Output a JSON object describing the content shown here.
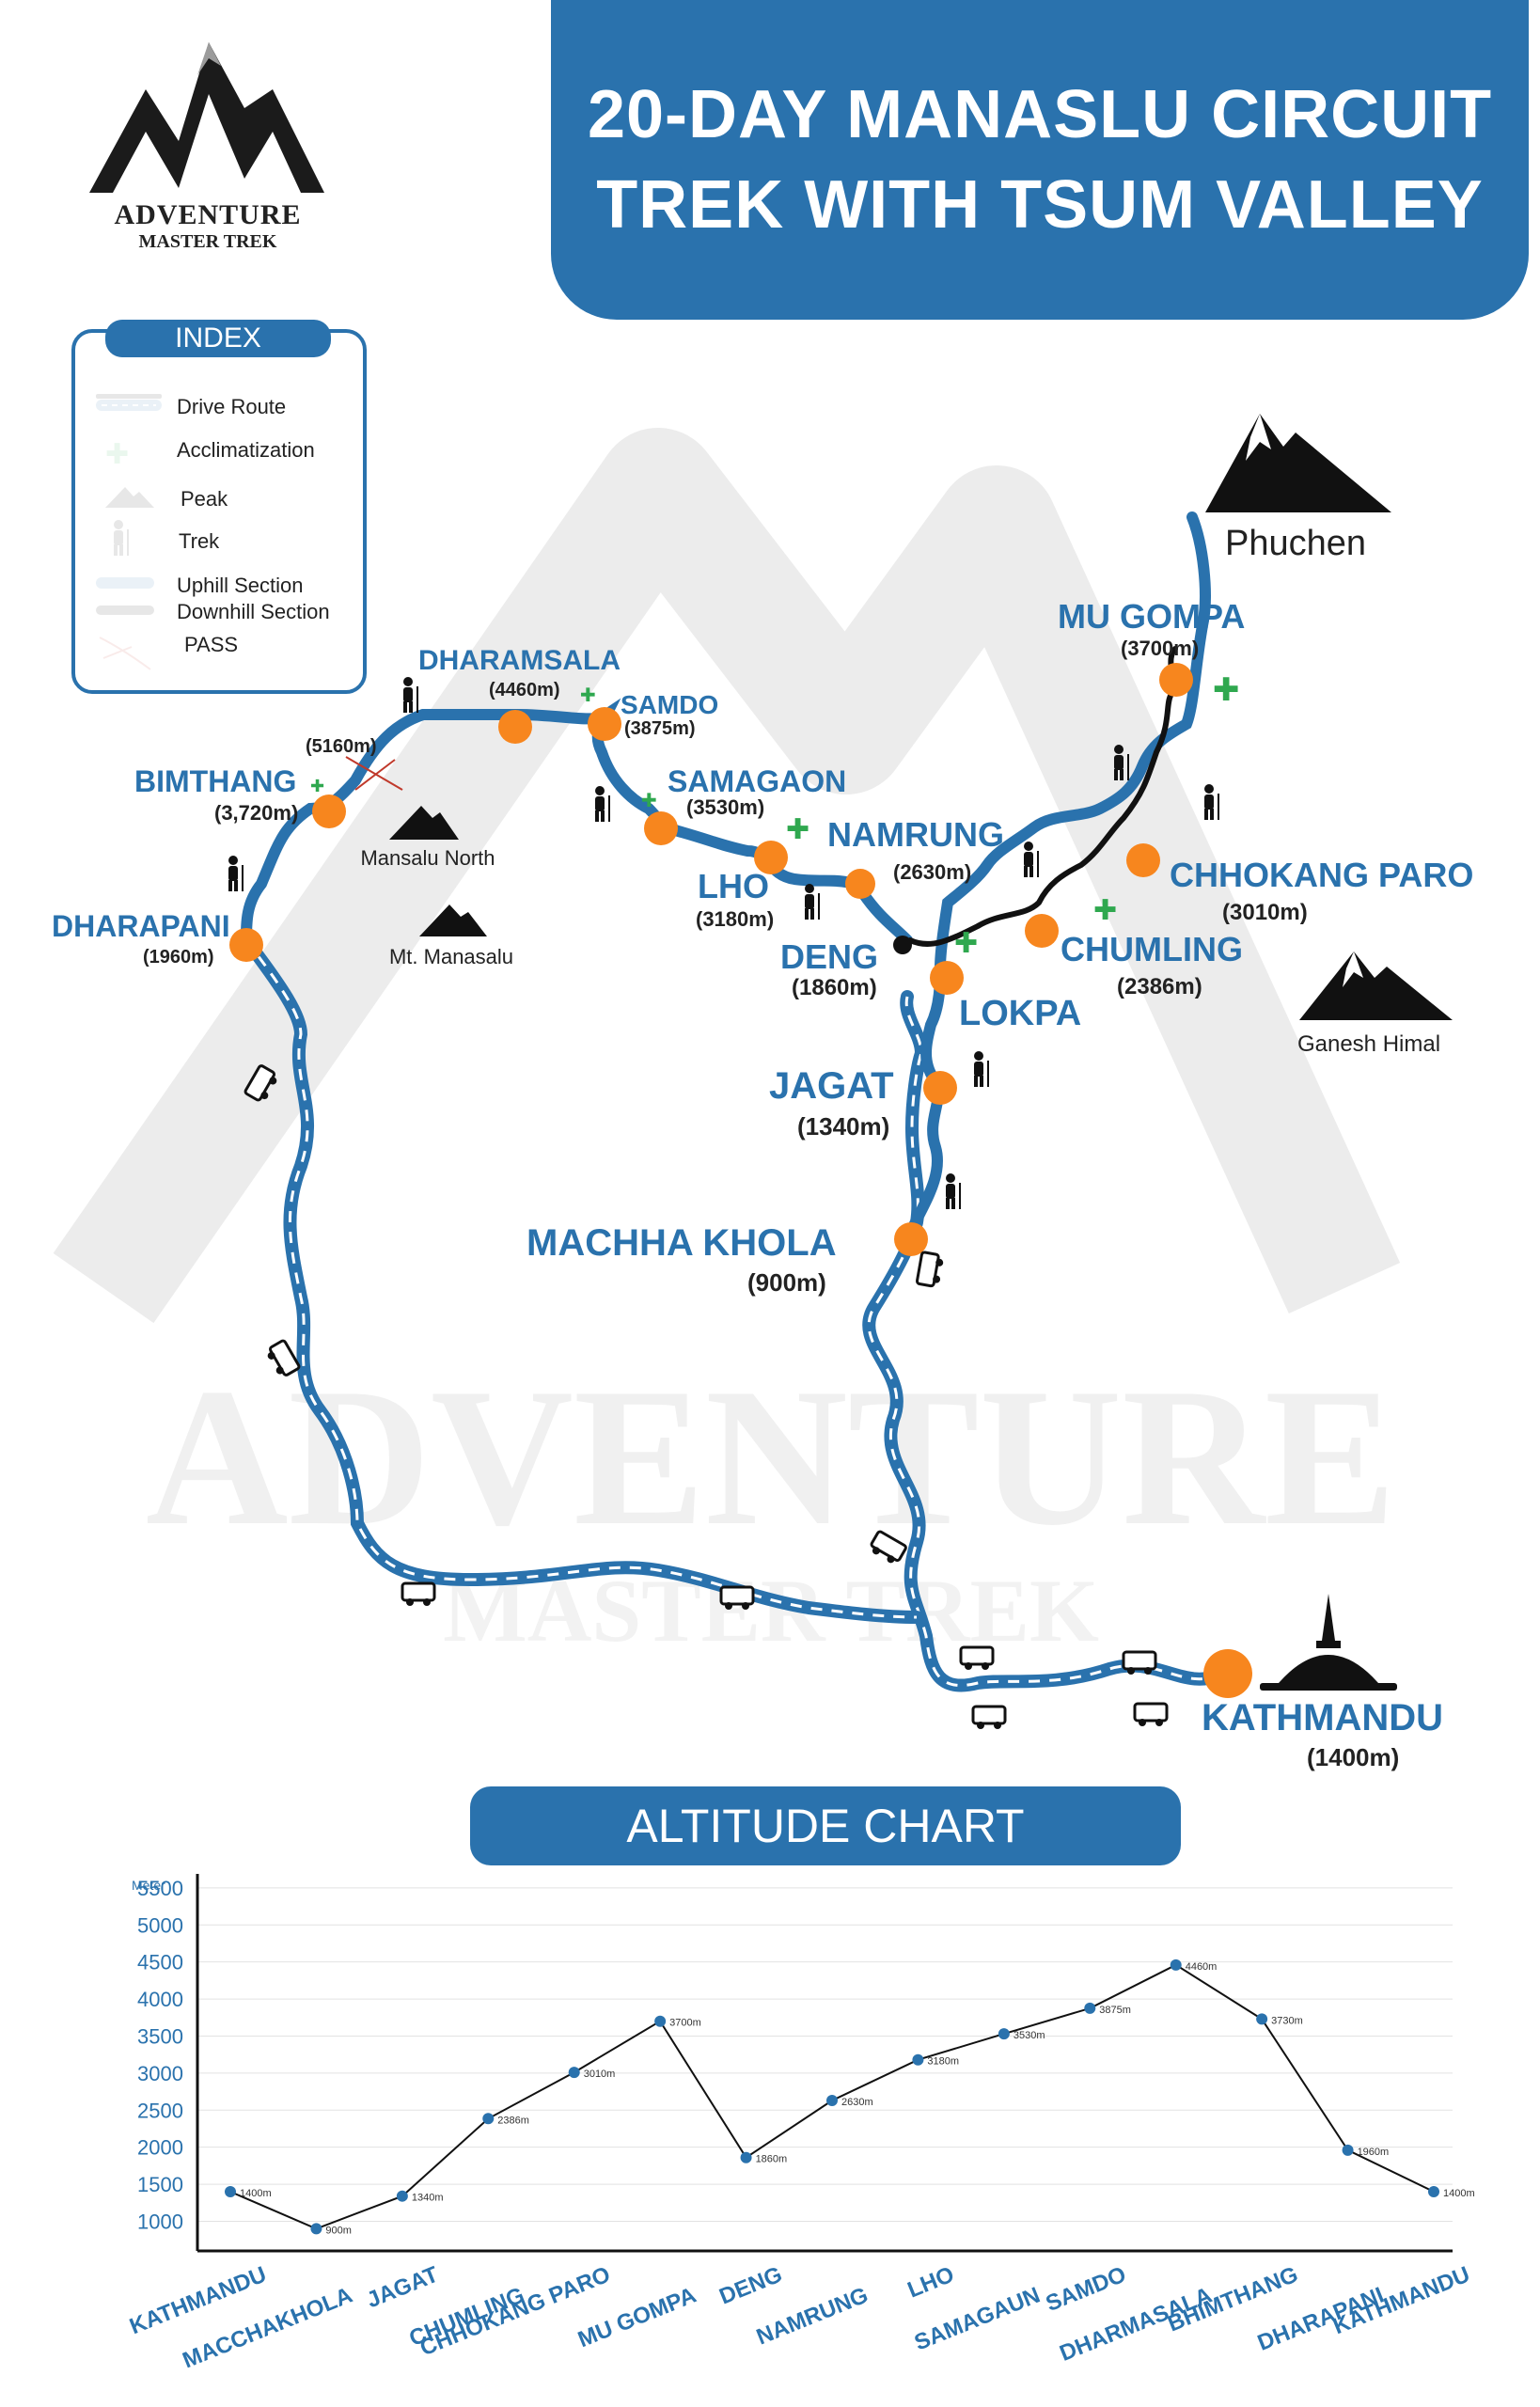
{
  "title": {
    "line1": "20-DAY MANASLU CIRCUIT",
    "line2": "TREK WITH TSUM VALLEY"
  },
  "logo": {
    "name": "ADVENTURE",
    "sub": "MASTER TREK"
  },
  "watermark": {
    "line1": "ADVENTURE",
    "line2": "MASTER TREK"
  },
  "legend": {
    "title": "INDEX",
    "items": [
      {
        "key": "drive",
        "label": "Drive Route",
        "icon": "drive-route-icon"
      },
      {
        "key": "accl",
        "label": "Acclimatization",
        "icon": "acclimatization-icon"
      },
      {
        "key": "peak",
        "label": "Peak",
        "icon": "peak-icon"
      },
      {
        "key": "trek",
        "label": "Trek",
        "icon": "trekker-icon"
      },
      {
        "key": "uphill",
        "label": "Uphill Section",
        "icon": "uphill-line-icon"
      },
      {
        "key": "downhill",
        "label": "Downhill  Section",
        "icon": "downhill-line-icon"
      },
      {
        "key": "pass",
        "label": "PASS",
        "icon": "pass-icon"
      }
    ]
  },
  "colors": {
    "route": "#2a72ad",
    "stop": "#f7861e",
    "label": "#2a72ad",
    "accl": "#2fa84f",
    "dark": "#111111"
  },
  "peaks": [
    {
      "id": "phuchen",
      "name": "Phuchen"
    },
    {
      "id": "ganesh",
      "name": "Ganesh Himal"
    },
    {
      "id": "mansalu-north",
      "name": "Mansalu North"
    },
    {
      "id": "mt-manasalu",
      "name": "Mt. Manasalu"
    }
  ],
  "stops": [
    {
      "id": "kathmandu",
      "name": "KATHMANDU",
      "alt": "(1400m)"
    },
    {
      "id": "machha",
      "name": "MACHHA KHOLA",
      "alt": "(900m)"
    },
    {
      "id": "jagat",
      "name": "JAGAT",
      "alt": "(1340m)"
    },
    {
      "id": "lokpa",
      "name": "LOKPA",
      "alt": ""
    },
    {
      "id": "chumling",
      "name": "CHUMLING",
      "alt": "(2386m)"
    },
    {
      "id": "chhokang",
      "name": "CHHOKANG PARO",
      "alt": "(3010m)"
    },
    {
      "id": "mugompa",
      "name": "MU GOMPA",
      "alt": "(3700m)"
    },
    {
      "id": "deng",
      "name": "DENG",
      "alt": "(1860m)"
    },
    {
      "id": "namrung",
      "name": "NAMRUNG",
      "alt": "(2630m)"
    },
    {
      "id": "lho",
      "name": "LHO",
      "alt": "(3180m)"
    },
    {
      "id": "samagaon",
      "name": "SAMAGAON",
      "alt": "(3530m)"
    },
    {
      "id": "samdo",
      "name": "SAMDO",
      "alt": "(3875m)"
    },
    {
      "id": "dharamsala",
      "name": "DHARAMSALA",
      "alt": "(4460m)"
    },
    {
      "id": "pass",
      "name": "",
      "alt": "(5160m)"
    },
    {
      "id": "bimthang",
      "name": "BIMTHANG",
      "alt": "(3,720m)"
    },
    {
      "id": "dharapani",
      "name": "DHARAPANI",
      "alt": "(1960m)"
    }
  ],
  "chart_banner": "ALTITUDE CHART",
  "chart_data": {
    "type": "line",
    "ylabel": "Meter",
    "yticks": [
      1000,
      1500,
      2000,
      2500,
      3000,
      3500,
      4000,
      4500,
      5000,
      5500
    ],
    "ylim": [
      600,
      5600
    ],
    "grid": true,
    "categories": [
      "KATHMANDU",
      "MACCHAKHOLA",
      "JAGAT",
      "CHUMLING",
      "CHHOKANG PARO",
      "MU GOMPA",
      "DENG",
      "NAMRUNG",
      "LHO",
      "SAMAGAUN",
      "SAMDO",
      "DHARMASALA",
      "BHIMTHANG",
      "DHARAPANI",
      "KATHMANDU"
    ],
    "series": [
      {
        "values": [
          1400,
          900,
          1340,
          2386,
          3010,
          3700,
          1860,
          2630,
          3180,
          3530,
          3875,
          4460,
          3730,
          1960,
          1400
        ],
        "labels": [
          "1400m",
          "900m",
          "1340m",
          "2386m",
          "3010m",
          "3700m",
          "1860m",
          "2630m",
          "3180m",
          "3530m",
          "3875m",
          "4460m",
          "3730m",
          "1960m",
          "1400m"
        ]
      }
    ]
  }
}
